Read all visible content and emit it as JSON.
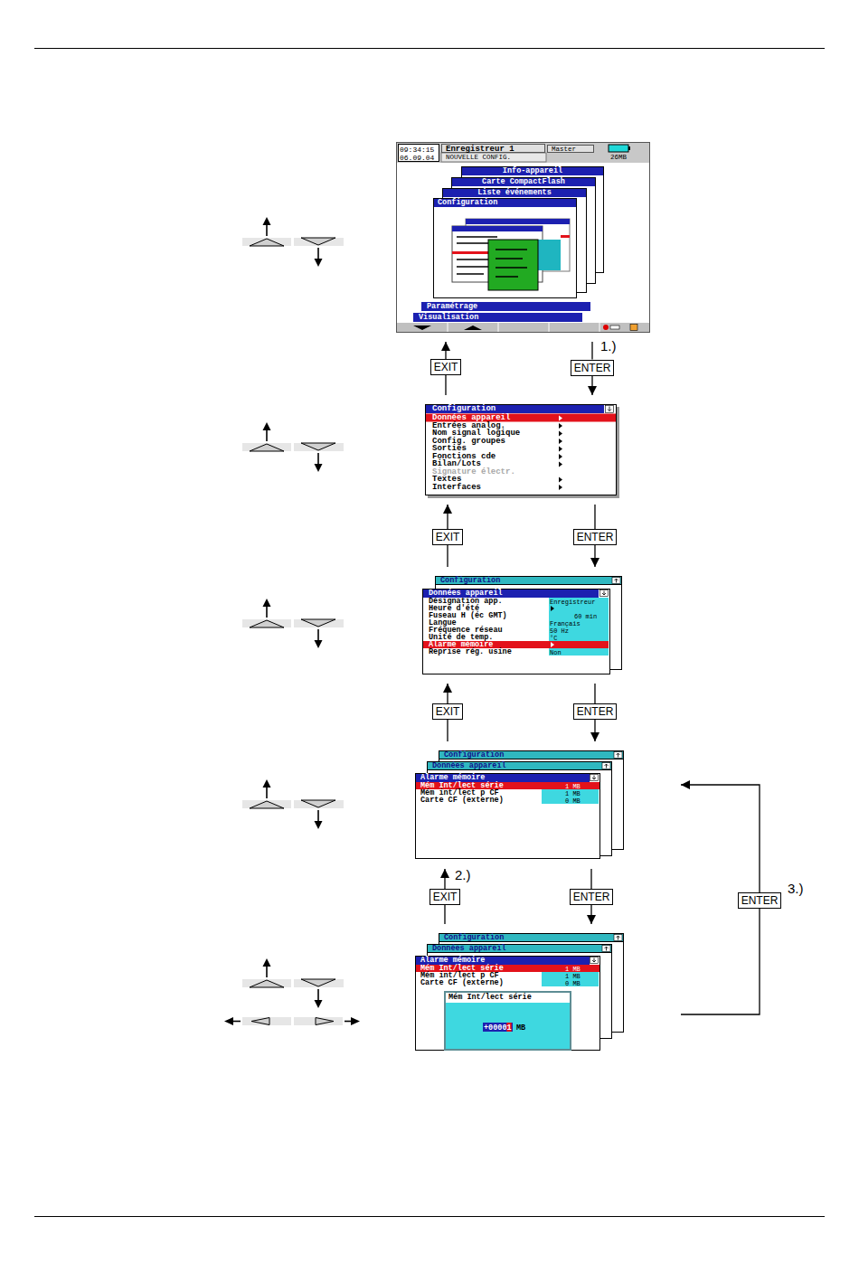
{
  "diagram": {
    "nodes": [
      {
        "text": [
          "NOUVELLE CONFIG.",
          "26MB"
        ]
      },
      {
        "text": [
          "09:34:15 06.09.04"
        ],
        "in": 0
      },
      {
        "text": [
          "Enregistreur 1"
        ],
        "in": 0
      },
      {
        "text": [
          "Master"
        ],
        "in": 0
      },
      {
        "text": [
          "Info-appareil"
        ],
        "in": 0
      },
      {
        "text": [
          "Carte CompactFlash"
        ],
        "in": 0
      },
      {
        "text": [
          "Liste événements"
        ],
        "in": 0
      },
      {
        "text": [
          "Configuration"
        ],
        "in": 0
      },
      {
        "text": [
          "Paramétrage"
        ],
        "in": 0
      },
      {
        "text": [
          "Visualisation"
        ],
        "in": 0
      },
      {
        "text": [
          "Configuration",
          "Données appareil",
          "Entrées analog.",
          "Nom signal logique",
          "Config. groupes",
          "Sorties",
          "Fonctions cde",
          "Bilan/Lots",
          "Signature électr.",
          "Textes",
          "Interfaces"
        ]
      },
      {
        "text": [
          "Configuration",
          "Données appareil",
          "Désignation app.",
          "Enregistreur",
          "Heure d'été",
          "Fuseau H (éc GMT)",
          "60 min",
          "Langue",
          "Français",
          "Fréquence réseau",
          "50 Hz",
          "Unité de temp.",
          "°C",
          "Alarme mémoire",
          "Reprise rég. usine",
          "Non"
        ]
      },
      {
        "text": [
          "Configuration",
          "Données appareil",
          "Alarme mémoire",
          "Mém Int/lect série",
          "1 MB",
          "Mém int/lect p CF",
          "1 MB",
          "Carte CF (externe)",
          "0 MB"
        ]
      },
      {
        "text": [
          "Configuration",
          "Données appareil",
          "Alarme mémoire",
          "Mém Int/lect série",
          "1 MB",
          "Mém int/lect p CF",
          "1 MB",
          "Carte CF (externe)",
          "0 MB"
        ]
      },
      {
        "text": [
          "Mém Int/lect série",
          "+00001",
          "MB"
        ],
        "in": 13
      },
      {
        "text": [
          "EXIT"
        ]
      },
      {
        "text": [
          "ENTER"
        ]
      },
      {
        "text": [
          "EXIT"
        ]
      },
      {
        "text": [
          "ENTER"
        ]
      },
      {
        "text": [
          "EXIT"
        ]
      },
      {
        "text": [
          "ENTER"
        ]
      },
      {
        "text": [
          "EXIT"
        ]
      },
      {
        "text": [
          "ENTER"
        ]
      },
      {
        "text": [
          "ENTER"
        ]
      }
    ],
    "edges": [
      {
        "from": 10,
        "to": 15,
        "arrow": "none"
      },
      {
        "from": 15,
        "to": 0,
        "arrow": "to"
      },
      {
        "from": 0,
        "to": 16,
        "arrow": "none"
      },
      {
        "from": 16,
        "to": 10,
        "arrow": "to"
      },
      {
        "from": 11,
        "to": 17,
        "arrow": "none"
      },
      {
        "from": 17,
        "to": 10,
        "arrow": "to"
      },
      {
        "from": 10,
        "to": 18,
        "arrow": "none"
      },
      {
        "from": 18,
        "to": 11,
        "arrow": "to"
      },
      {
        "from": 12,
        "to": 19,
        "arrow": "none"
      },
      {
        "from": 19,
        "to": 11,
        "arrow": "to"
      },
      {
        "from": 11,
        "to": 20,
        "arrow": "none"
      },
      {
        "from": 20,
        "to": 12,
        "arrow": "to"
      },
      {
        "from": 13,
        "to": 21,
        "arrow": "none"
      },
      {
        "from": 21,
        "to": 12,
        "arrow": "to"
      },
      {
        "from": 12,
        "to": 22,
        "arrow": "none"
      },
      {
        "from": 22,
        "to": 13,
        "arrow": "to"
      },
      {
        "from": 13,
        "to": 23,
        "arrow": "none"
      },
      {
        "from": 23,
        "to": 12,
        "arrow": "to"
      }
    ],
    "labels": [
      "1.)",
      "2.)",
      "3.)"
    ]
  }
}
